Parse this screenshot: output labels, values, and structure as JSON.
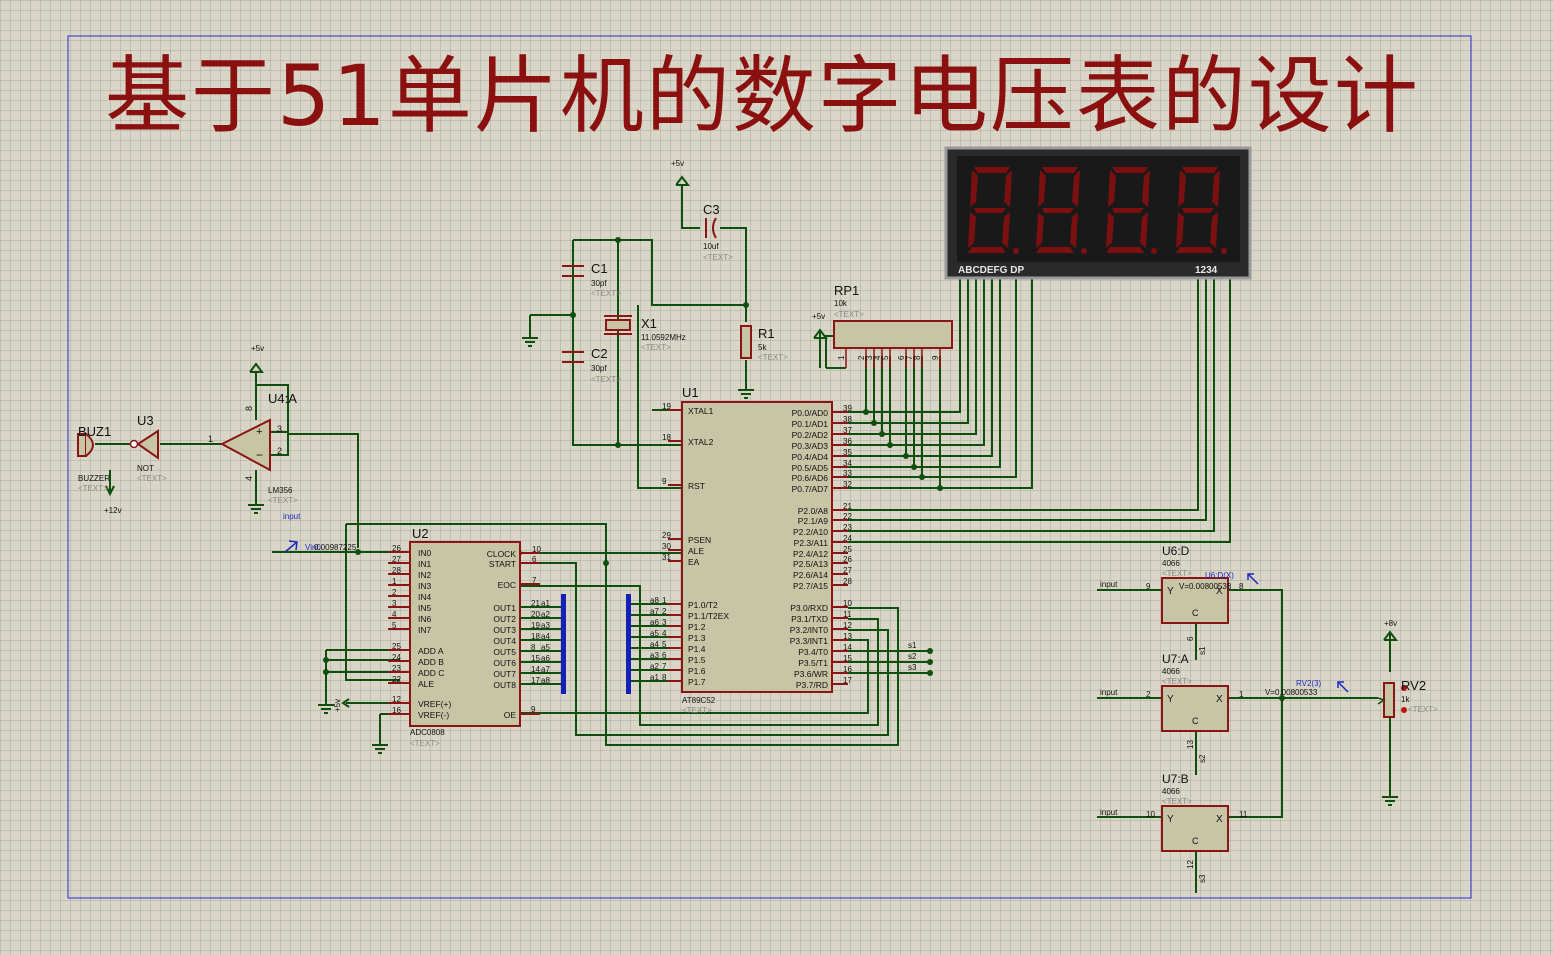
{
  "title": "基于51单片机的数字电压表的设计",
  "components": {
    "buzzer": {
      "ref": "BUZ1",
      "type": "BUZZER",
      "ph": "<TEXT>",
      "supply": "+12v"
    },
    "not_gate": {
      "ref": "U3",
      "type": "NOT",
      "ph": "<TEXT>"
    },
    "opamp": {
      "ref": "U4:A",
      "type": "LM356",
      "ph": "<TEXT>",
      "supply": "+5v",
      "net": "input",
      "pin_out": "1",
      "pin_p": "3",
      "pin_n": "2",
      "pin_v": "8",
      "pin_g": "4"
    },
    "c1": {
      "ref": "C1",
      "value": "30pf",
      "ph": "<TEXT>"
    },
    "c2": {
      "ref": "C2",
      "value": "30pf",
      "ph": "<TEXT>"
    },
    "c3": {
      "ref": "C3",
      "value": "10uf",
      "ph": "<TEXT>",
      "supply": "+5v"
    },
    "x1": {
      "ref": "X1",
      "value": "11.0592MHz",
      "ph": "<TEXT>"
    },
    "r1": {
      "ref": "R1",
      "value": "5k",
      "ph": "<TEXT>"
    },
    "rp1": {
      "ref": "RP1",
      "value": "10k",
      "ph": "<TEXT>",
      "supply": "+5v",
      "pins": [
        "1",
        "2",
        "3",
        "4",
        "5",
        "6",
        "7",
        "8",
        "9"
      ]
    },
    "display": {
      "segments_label": "ABCDEFG DP",
      "digits_label": "1234"
    },
    "u1": {
      "ref": "U1",
      "type": "AT89C52",
      "ph": "<TEXT>",
      "left_pins": [
        {
          "num": "19",
          "name": "XTAL1"
        },
        {
          "num": "18",
          "name": "XTAL2"
        },
        {
          "num": "9",
          "name": "RST"
        },
        {
          "num": "29",
          "name": "PSEN"
        },
        {
          "num": "30",
          "name": "ALE"
        },
        {
          "num": "31",
          "name": "EA"
        },
        {
          "num": "1",
          "name": "P1.0/T2"
        },
        {
          "num": "2",
          "name": "P1.1/T2EX"
        },
        {
          "num": "3",
          "name": "P1.2"
        },
        {
          "num": "4",
          "name": "P1.3"
        },
        {
          "num": "5",
          "name": "P1.4"
        },
        {
          "num": "6",
          "name": "P1.5"
        },
        {
          "num": "7",
          "name": "P1.6"
        },
        {
          "num": "8",
          "name": "P1.7"
        }
      ],
      "right_pins": [
        {
          "num": "39",
          "name": "P0.0/AD0"
        },
        {
          "num": "38",
          "name": "P0.1/AD1"
        },
        {
          "num": "37",
          "name": "P0.2/AD2"
        },
        {
          "num": "36",
          "name": "P0.3/AD3"
        },
        {
          "num": "35",
          "name": "P0.4/AD4"
        },
        {
          "num": "34",
          "name": "P0.5/AD5"
        },
        {
          "num": "33",
          "name": "P0.6/AD6"
        },
        {
          "num": "32",
          "name": "P0.7/AD7"
        },
        {
          "num": "21",
          "name": "P2.0/A8"
        },
        {
          "num": "22",
          "name": "P2.1/A9"
        },
        {
          "num": "23",
          "name": "P2.2/A10"
        },
        {
          "num": "24",
          "name": "P2.3/A11"
        },
        {
          "num": "25",
          "name": "P2.4/A12"
        },
        {
          "num": "26",
          "name": "P2.5/A13"
        },
        {
          "num": "27",
          "name": "P2.6/A14"
        },
        {
          "num": "28",
          "name": "P2.7/A15"
        },
        {
          "num": "10",
          "name": "P3.0/RXD"
        },
        {
          "num": "11",
          "name": "P3.1/TXD"
        },
        {
          "num": "12",
          "name": "P3.2/INT0"
        },
        {
          "num": "13",
          "name": "P3.3/INT1"
        },
        {
          "num": "14",
          "name": "P3.4/T0"
        },
        {
          "num": "15",
          "name": "P3.5/T1"
        },
        {
          "num": "16",
          "name": "P3.6/WR"
        },
        {
          "num": "17",
          "name": "P3.7/RD"
        }
      ],
      "p1_nets": [
        "a8",
        "a7",
        "a6",
        "a5",
        "a4",
        "a3",
        "a2",
        "a1"
      ],
      "p3_nets": [
        "s1",
        "s2",
        "s3"
      ]
    },
    "u2": {
      "ref": "U2",
      "type": "ADC0808",
      "ph": "<TEXT>",
      "probe": "Vin0",
      "probe_value": "0.00987225",
      "left_pins": [
        {
          "num": "26",
          "name": "IN0"
        },
        {
          "num": "27",
          "name": "IN1"
        },
        {
          "num": "28",
          "name": "IN2"
        },
        {
          "num": "1",
          "name": "IN3"
        },
        {
          "num": "2",
          "name": "IN4"
        },
        {
          "num": "3",
          "name": "IN5"
        },
        {
          "num": "4",
          "name": "IN6"
        },
        {
          "num": "5",
          "name": "IN7"
        },
        {
          "num": "25",
          "name": "ADD A"
        },
        {
          "num": "24",
          "name": "ADD B"
        },
        {
          "num": "23",
          "name": "ADD C"
        },
        {
          "num": "22",
          "name": "ALE"
        },
        {
          "num": "12",
          "name": "VREF(+)"
        },
        {
          "num": "16",
          "name": "VREF(-)"
        }
      ],
      "right_top": [
        {
          "num": "10",
          "name": "CLOCK"
        },
        {
          "num": "6",
          "name": "START"
        },
        {
          "num": "7",
          "name": "EOC"
        }
      ],
      "outs": [
        {
          "num": "21",
          "name": "OUT1",
          "net": "a1"
        },
        {
          "num": "20",
          "name": "OUT2",
          "net": "a2"
        },
        {
          "num": "19",
          "name": "OUT3",
          "net": "a3"
        },
        {
          "num": "18",
          "name": "OUT4",
          "net": "a4"
        },
        {
          "num": "8",
          "name": "OUT5",
          "net": "a5"
        },
        {
          "num": "15",
          "name": "OUT6",
          "net": "a6"
        },
        {
          "num": "14",
          "name": "OUT7",
          "net": "a7"
        },
        {
          "num": "17",
          "name": "OUT8",
          "net": "a8"
        }
      ],
      "oe": {
        "num": "9",
        "name": "OE"
      },
      "supply": "+5v"
    },
    "switches": [
      {
        "ref": "U6:D",
        "type": "4066",
        "ph": "<TEXT>",
        "in_pin": "9",
        "out_pin": "8",
        "ctrl_pin": "6",
        "ctrl_net": "s1",
        "net": "input",
        "probe": "U6:D(X)",
        "probe_value": "V=0.00800538"
      },
      {
        "ref": "U7:A",
        "type": "4066",
        "ph": "<TEXT>",
        "in_pin": "2",
        "out_pin": "1",
        "ctrl_pin": "13",
        "ctrl_net": "s2",
        "net": "input",
        "probe": "RV2(3)",
        "probe_value": "V=0.00800533"
      },
      {
        "ref": "U7:B",
        "type": "4066",
        "ph": "<TEXT>",
        "in_pin": "10",
        "out_pin": "11",
        "ctrl_pin": "12",
        "ctrl_net": "s3",
        "net": "input"
      }
    ],
    "rv2": {
      "ref": "RV2",
      "value": "1k",
      "ph": "<TEXT>",
      "supply": "+8v"
    },
    "pin_letters": {
      "y": "Y",
      "x": "X",
      "c": "C"
    }
  },
  "colors": {
    "wire": "#0e4f0e",
    "part": "#8b1515",
    "fill": "#c8c4a6",
    "title": "#8b1010",
    "probe": "#1a2ac0",
    "bus": "#1420b8"
  }
}
